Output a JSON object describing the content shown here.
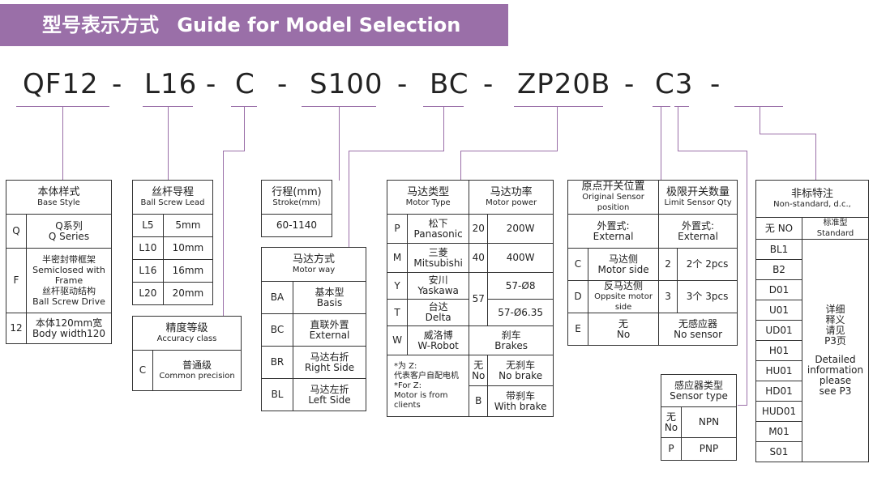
{
  "banner": {
    "cn": "型号表示方式",
    "en": "Guide for Model Selection"
  },
  "code": [
    {
      "text": "QF12"
    },
    {
      "text": "-"
    },
    {
      "text": "L16"
    },
    {
      "text": "-"
    },
    {
      "text": "C"
    },
    {
      "text": "-"
    },
    {
      "text": "S100"
    },
    {
      "text": "-"
    },
    {
      "text": "BC"
    },
    {
      "text": "-"
    },
    {
      "text": "ZP20B"
    },
    {
      "text": "-"
    },
    {
      "text": "C3"
    },
    {
      "text": "-"
    }
  ],
  "colors": {
    "accent": "#9a6fa8",
    "border": "#333333"
  },
  "base_style": {
    "header_cn": "本体样式",
    "header_en": "Base    Style",
    "rows": [
      {
        "code": "Q",
        "lines": [
          "Q系列",
          "Q Series"
        ]
      },
      {
        "code": "F",
        "lines": [
          "半密封带框架",
          "Semiclosed with",
          "Frame",
          "丝杆驱动结构",
          "Ball Screw Drive"
        ]
      },
      {
        "code": "12",
        "lines": [
          "本体120mm宽",
          "Body width120"
        ]
      }
    ]
  },
  "lead": {
    "header_cn": "丝杆导程",
    "header_en": "Ball Screw Lead",
    "rows": [
      {
        "code": "L5",
        "value": "5mm"
      },
      {
        "code": "L10",
        "value": "10mm"
      },
      {
        "code": "L16",
        "value": "16mm"
      },
      {
        "code": "L20",
        "value": "20mm"
      }
    ]
  },
  "accuracy": {
    "header_cn": "精度等级",
    "header_en": "Accuracy class",
    "rows": [
      {
        "code": "C",
        "cn": "普通级",
        "en": "Common precision"
      }
    ]
  },
  "stroke": {
    "header": "行程(mm)",
    "header_en": "Stroke(mm)",
    "value": "60-1140"
  },
  "motor_way": {
    "header_cn": "马达方式",
    "header_en": "Motor way",
    "rows": [
      {
        "code": "BA",
        "cn": "基本型",
        "en": "Basis"
      },
      {
        "code": "BC",
        "cn": "直联外置",
        "en": "External"
      },
      {
        "code": "BR",
        "cn": "马达右折",
        "en": "Right Side"
      },
      {
        "code": "BL",
        "cn": "马达左折",
        "en": "Left Side"
      }
    ]
  },
  "motor": {
    "type_header_cn": "马达类型",
    "type_header_en": "Motor Type",
    "power_header_cn": "马达功率",
    "power_header_en": "Motor power",
    "types": [
      {
        "code": "P",
        "cn": "松下",
        "en": "Panasonic"
      },
      {
        "code": "M",
        "cn": "三菱",
        "en": "Mitsubishi"
      },
      {
        "code": "Y",
        "cn": "安川",
        "en": "Yaskawa"
      },
      {
        "code": "T",
        "cn": "台达",
        "en": "Delta"
      },
      {
        "code": "W",
        "cn": "威洛博",
        "en": "W-Robot"
      }
    ],
    "powers": [
      {
        "code": "20",
        "value": "200W"
      },
      {
        "code": "40",
        "value": "400W"
      },
      {
        "code": "57",
        "values": [
          "57-Ø8",
          "57-Ø6.35"
        ]
      }
    ],
    "brake_header_cn": "刹车",
    "brake_header_en": "Brakes",
    "note": [
      "*为 Z:",
      "代表客户自配电机",
      "*For Z:",
      "Motor is from",
      "clients"
    ],
    "brakes": [
      {
        "code_cn": "无",
        "code_en": "No",
        "cn": "无刹车",
        "en": "No brake"
      },
      {
        "code": "B",
        "cn": "带刹车",
        "en": "With brake"
      }
    ]
  },
  "sensor": {
    "origin_header_cn": "原点开关位置",
    "origin_header_en1": "Original Sensor",
    "origin_header_en2": "position",
    "limit_header_cn": "极限开关数量",
    "limit_header_en": "Limit Sensor Qty",
    "external_cn": "外置式:",
    "external_en": "External",
    "origin_rows": [
      {
        "code": "C",
        "cn": "马达侧",
        "en": "Motor side"
      },
      {
        "code": "D",
        "cn": "反马达侧",
        "en": "Oppsite motor",
        "en2": "side"
      },
      {
        "code": "E",
        "cn": "无",
        "en": "No"
      }
    ],
    "limit_rows": [
      {
        "code": "2",
        "value": "2个 2pcs"
      },
      {
        "code": "3",
        "value": "3个 3pcs"
      },
      {
        "cn": "无感应器",
        "en": "No sensor"
      }
    ]
  },
  "sensor_type": {
    "header_cn": "感应器类型",
    "header_en": "Sensor type",
    "rows": [
      {
        "code_cn": "无",
        "code_en": "No",
        "value": "NPN"
      },
      {
        "code": "P",
        "value": "PNP"
      }
    ]
  },
  "nonstandard": {
    "header_cn": "非标特注",
    "header_en": "Non-standard, d.c.,",
    "standard_code": "无 NO",
    "standard_label": "标准型 Standard",
    "codes": [
      "BL1",
      "B2",
      "D01",
      "U01",
      "UD01",
      "H01",
      "HU01",
      "HD01",
      "HUD01",
      "M01",
      "S01"
    ],
    "detail_cn": [
      "详细",
      "释义",
      "请见",
      "P3页"
    ],
    "detail_en": [
      "Detailed",
      "information",
      "please",
      "see P3"
    ]
  }
}
